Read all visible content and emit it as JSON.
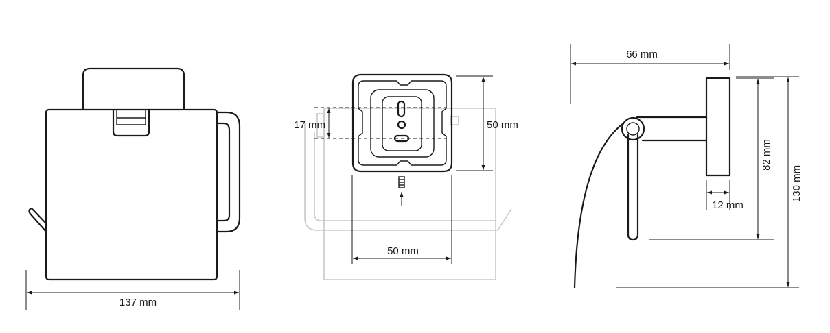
{
  "front_view": {
    "width_label": "137 mm"
  },
  "mount_view": {
    "hole_spacing_label": "17 mm",
    "height_label": "50 mm",
    "width_label": "50 mm"
  },
  "side_view": {
    "depth_label": "66 mm",
    "bar_height_label": "82 mm",
    "total_height_label": "130 mm",
    "plate_thickness_label": "12 mm"
  }
}
